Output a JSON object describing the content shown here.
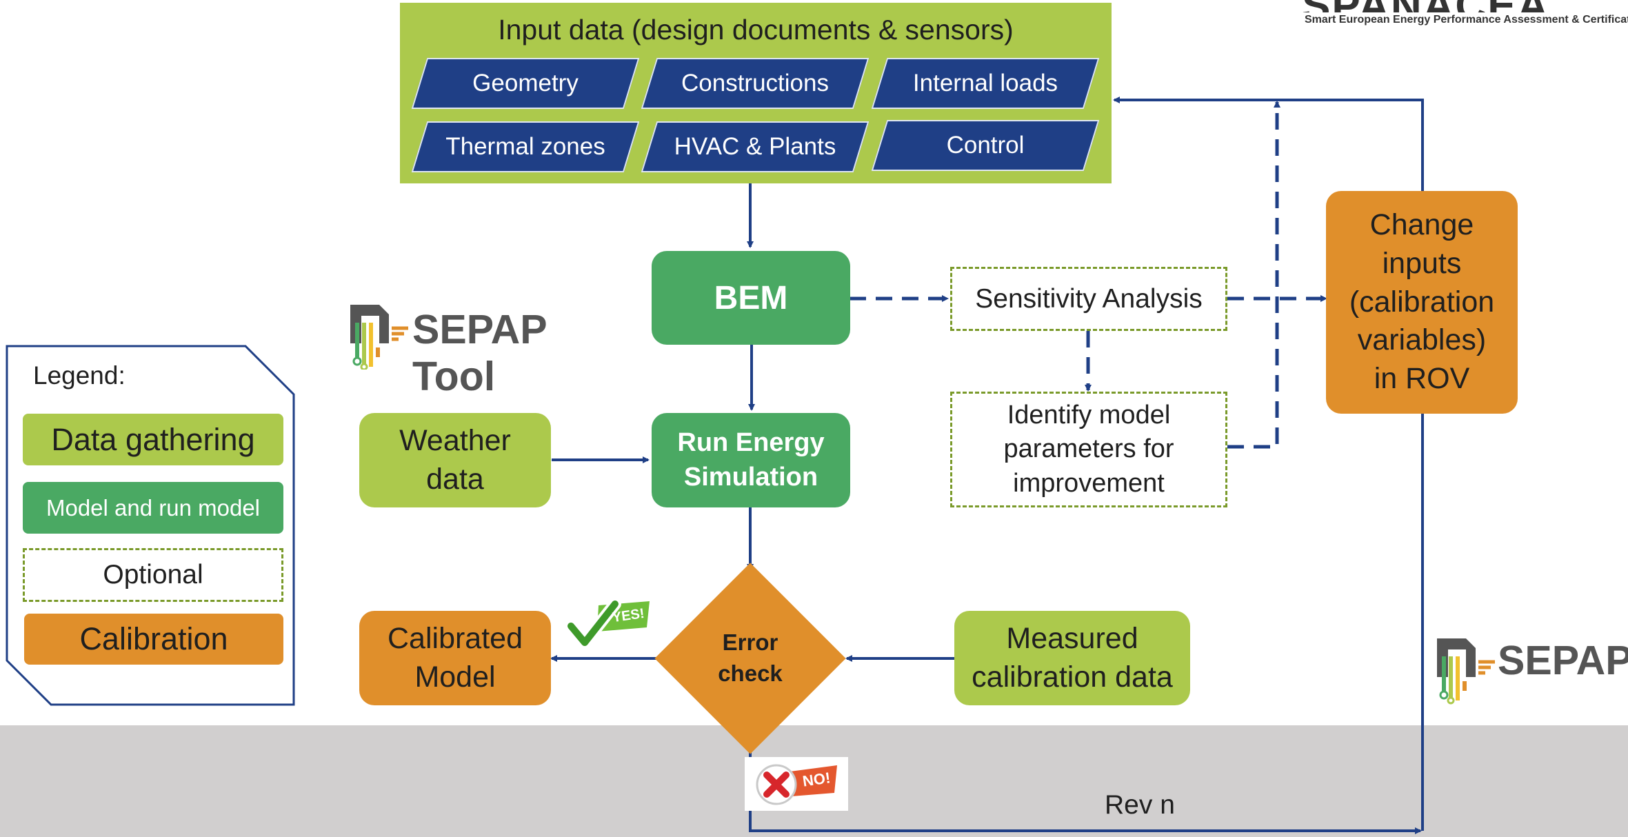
{
  "header": {
    "brand_partial": "SPANACEA",
    "brand_tagline": "Smart European Energy Performance Assessment & Certification"
  },
  "input_panel": {
    "title": "Input data (design documents & sensors)",
    "items": [
      "Geometry",
      "Constructions",
      "Internal loads",
      "Thermal zones",
      "HVAC & Plants",
      "Control"
    ]
  },
  "nodes": {
    "bem": "BEM",
    "run_sim_l1": "Run Energy",
    "run_sim_l2": "Simulation",
    "weather_l1": "Weather",
    "weather_l2": "data",
    "sensitivity": "Sensitivity Analysis",
    "identify_l1": "Identify model",
    "identify_l2": "parameters for",
    "identify_l3": "improvement",
    "change_l1": "Change",
    "change_l2": "inputs",
    "change_l3": "(calibration",
    "change_l4": "variables)",
    "change_l5": "in ROV",
    "error_l1": "Error",
    "error_l2": "check",
    "calibrated_l1": "Calibrated",
    "calibrated_l2": "Model",
    "measured_l1": "Measured",
    "measured_l2": "calibration data"
  },
  "badges": {
    "yes": "YES!",
    "no": "NO!"
  },
  "logos": {
    "tool_logo": "SEPAP Tool",
    "corner_logo": "SEPAP"
  },
  "legend": {
    "title": "Legend:",
    "items": [
      "Data gathering",
      "Model and run model",
      "Optional",
      "Calibration"
    ]
  },
  "footer": {
    "revision": "Rev n"
  },
  "colors": {
    "navy": "#1f3f86",
    "light_green": "#acc94c",
    "dark_green": "#4aa963",
    "orange": "#e08f2b",
    "footer_gray": "#d1cfcf"
  }
}
